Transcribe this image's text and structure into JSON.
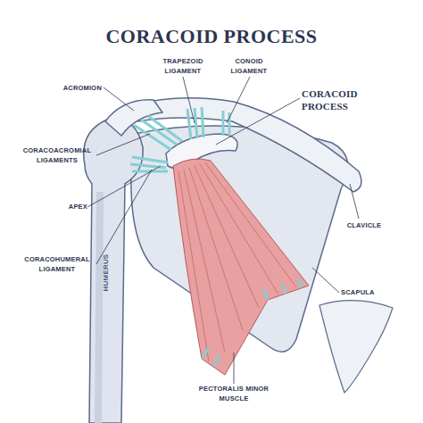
{
  "diagram": {
    "title": "CORACOID PROCESS",
    "labels": [
      "ACROMION",
      "TRAPEZOID LIGAMENT",
      "CONOID LIGAMENT",
      "CORACOID PROCESS",
      "CORACOACROMIAL LIGAMENTS",
      "APEX",
      "CORACOHUMERAL LIGAMENT",
      "CLAVICLE",
      "HUMERUS",
      "SCAPULA",
      "PECTORALIS MINOR MUSCLE"
    ]
  }
}
